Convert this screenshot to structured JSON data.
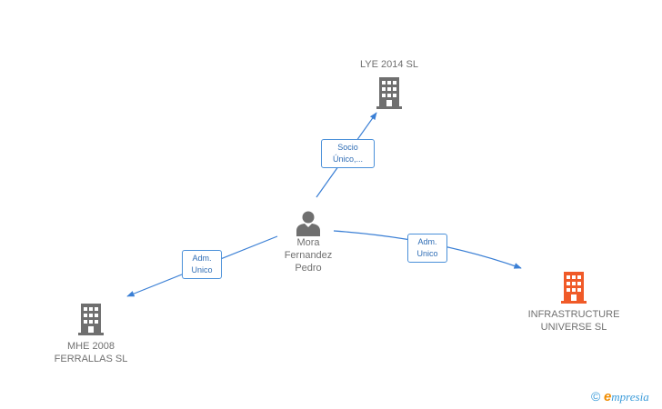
{
  "nodes": {
    "person": {
      "lines": [
        "Mora",
        "Fernandez",
        "Pedro"
      ],
      "icon": "person-icon",
      "color": "#6f6f6f"
    },
    "lye": {
      "lines": [
        "LYE 2014 SL"
      ],
      "icon": "building-icon",
      "color": "#6f6f6f"
    },
    "mhe": {
      "lines": [
        "MHE 2008",
        "FERRALLAS SL"
      ],
      "icon": "building-icon",
      "color": "#6f6f6f"
    },
    "infra": {
      "lines": [
        "INFRASTRUCTURE",
        "UNIVERSE SL"
      ],
      "icon": "building-icon",
      "color": "#f05a28"
    }
  },
  "edges": [
    {
      "from": "person",
      "to": "lye",
      "label": [
        "Socio",
        "Único,..."
      ]
    },
    {
      "from": "person",
      "to": "mhe",
      "label": [
        "Adm.",
        "Unico"
      ]
    },
    {
      "from": "person",
      "to": "infra",
      "label": [
        "Adm.",
        "Unico"
      ]
    }
  ],
  "colors": {
    "edge": "#3a7fd5",
    "label_border": "#4a90d9"
  },
  "credit": {
    "symbol": "©",
    "brand_initial": "e",
    "brand_rest": "mpresia"
  }
}
